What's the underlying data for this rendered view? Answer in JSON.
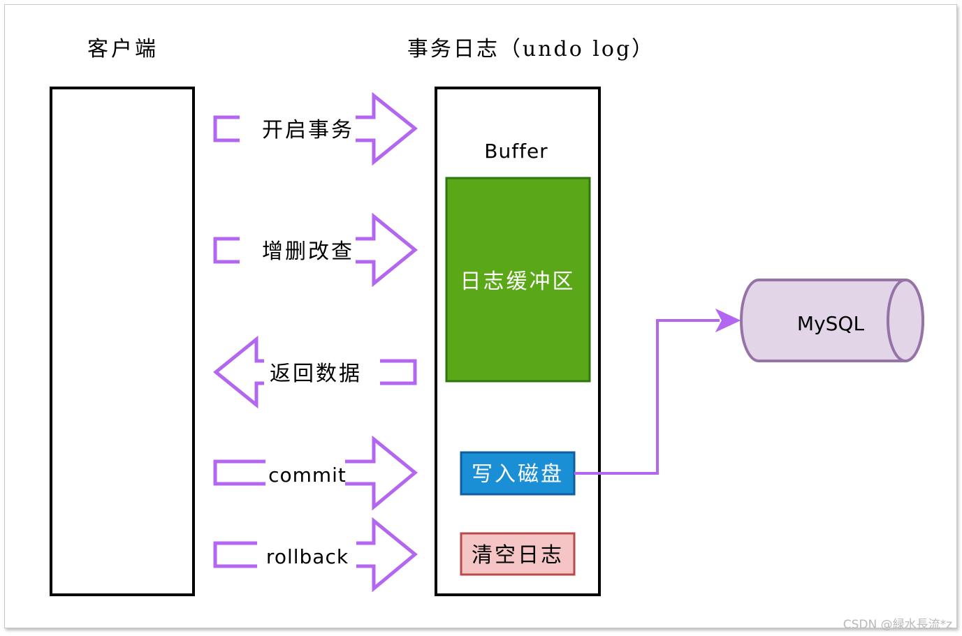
{
  "titles": {
    "client": "客户端",
    "undo_log": "事务日志（undo log）"
  },
  "flows": {
    "begin": "开启事务",
    "crud": "增删改查",
    "return_data": "返回数据",
    "commit": "commit",
    "rollback": "rollback"
  },
  "undo_box": {
    "buffer_label": "Buffer",
    "log_buffer": "日志缓冲区",
    "write_disk": "写入磁盘",
    "clear_log": "清空日志"
  },
  "database": {
    "label": "MySQL"
  },
  "watermark": "CSDN @緑水長流*z",
  "colors": {
    "arrow": "#b366f0",
    "log_buffer_fill": "#5aa818",
    "log_buffer_border": "#2f7510",
    "write_disk_fill": "#1b8fd6",
    "write_disk_border": "#0f5f9f",
    "clear_log_fill": "#f5c4c4",
    "clear_log_border": "#b84a4a",
    "cylinder_fill": "#e1d5e7",
    "cylinder_border": "#9673a6"
  }
}
